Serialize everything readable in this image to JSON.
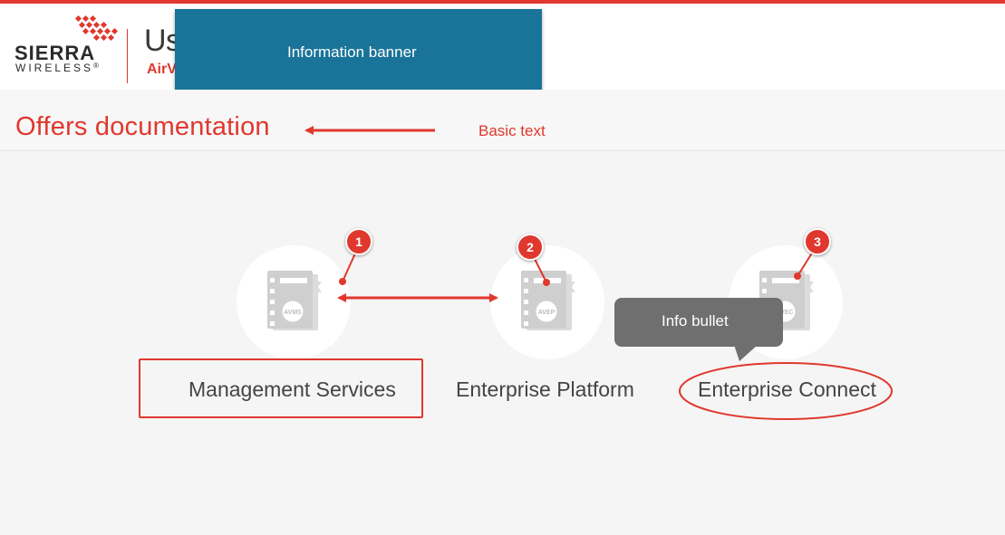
{
  "header": {
    "logo": {
      "line1": "SIERRA",
      "line2": "WIRELESS",
      "registered": "®"
    },
    "title": "User Guide",
    "subtitle": "AirVantage"
  },
  "banner": {
    "text": "Information banner"
  },
  "page": {
    "title": "Offers documentation"
  },
  "annotations": {
    "basic_text": "Basic text",
    "info_bullet": "Info bullet",
    "markers": [
      "1",
      "2",
      "3"
    ]
  },
  "offers": [
    {
      "label": "Management Services",
      "badge": "AVMS",
      "icon": "book-icon"
    },
    {
      "label": "Enterprise Platform",
      "badge": "AVEP",
      "icon": "book-icon"
    },
    {
      "label": "Enterprise Connect",
      "badge": "AVEC",
      "icon": "book-icon"
    }
  ],
  "colors": {
    "accent": "#e0382e",
    "banner": "#1a7399",
    "tooltip": "#6f6f6f",
    "icon": "#d6d6d6"
  }
}
